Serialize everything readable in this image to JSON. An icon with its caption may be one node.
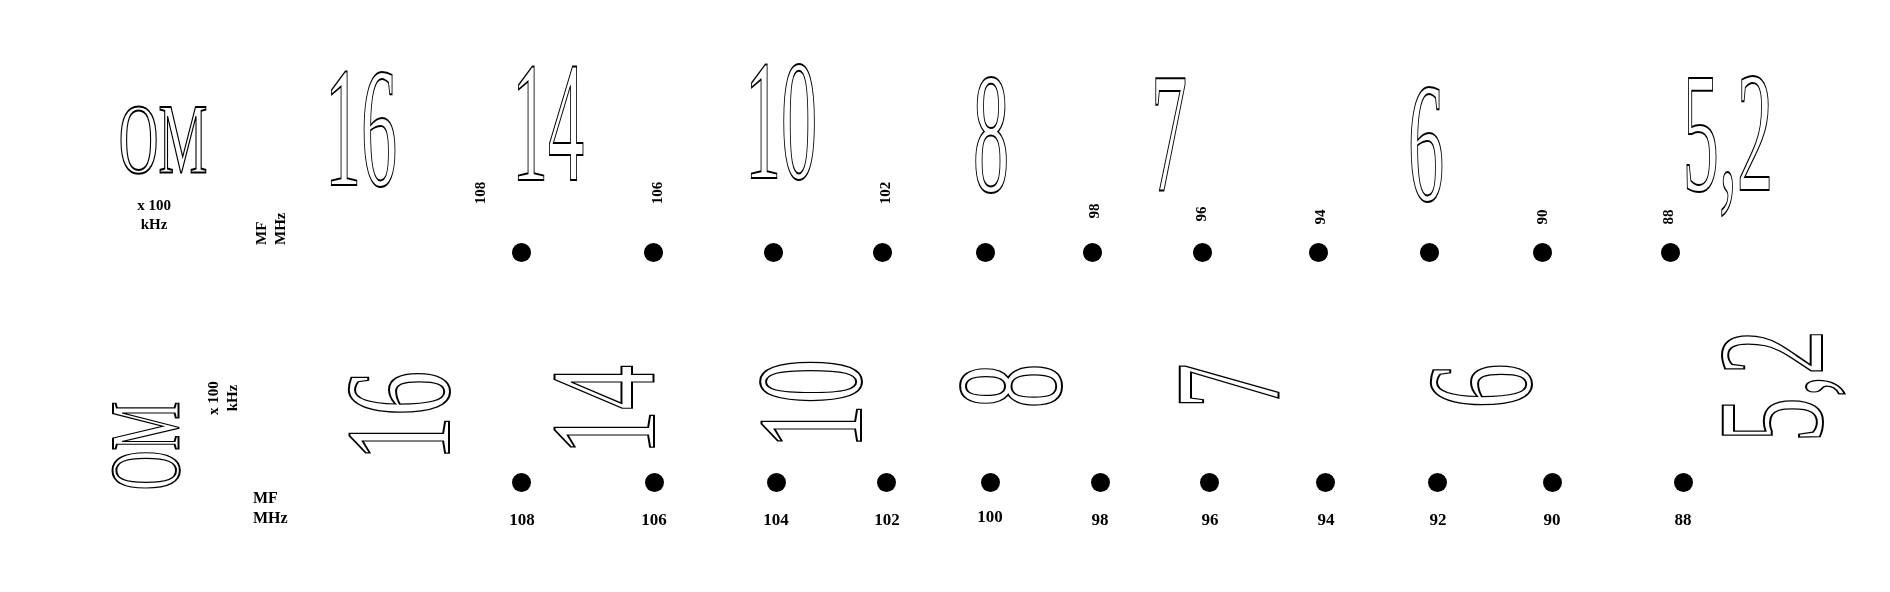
{
  "diagram": {
    "labels": [
      "OM",
      "x 100 kHz",
      "MF MHz",
      "16",
      "108",
      "14",
      "106",
      "10",
      "102",
      "8",
      "98",
      "7",
      "96",
      "94",
      "6",
      "90",
      "88",
      "5,2",
      "OM",
      "x 100 kHz",
      "16",
      "14",
      "10",
      "8",
      "7",
      "6",
      "5,2",
      "MF MHz",
      "108",
      "106",
      "104",
      "102",
      "100",
      "98",
      "96",
      "94",
      "92",
      "90",
      "88"
    ]
  }
}
